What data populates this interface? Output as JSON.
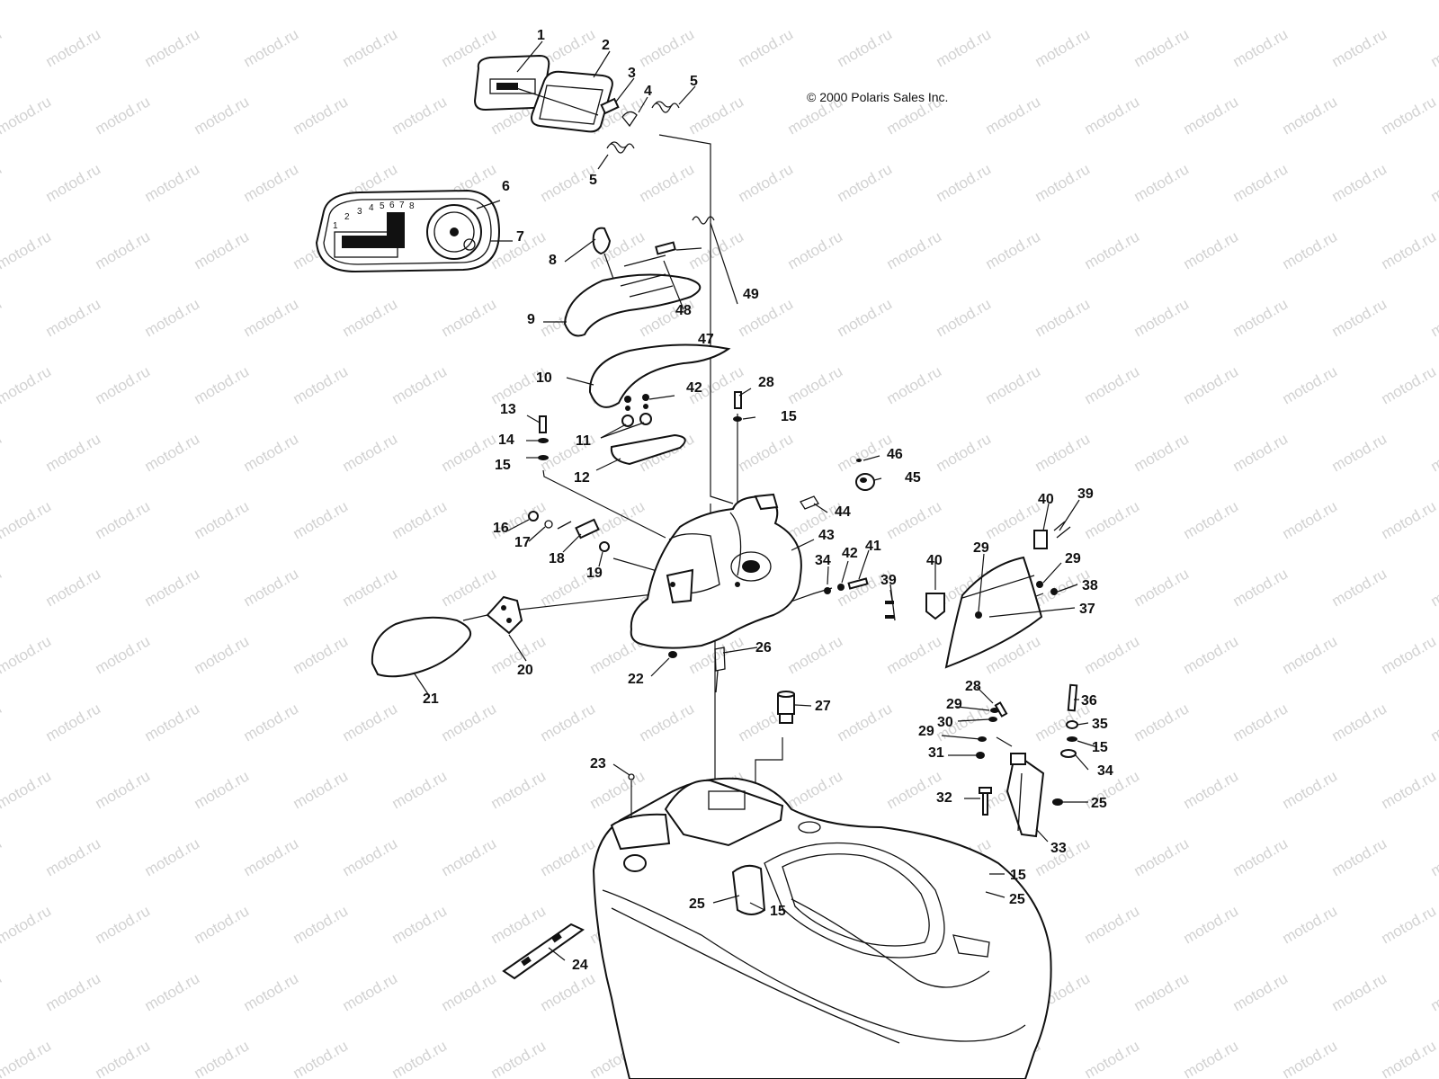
{
  "copyright": "© 2000 Polaris Sales Inc.",
  "watermark": "motod.ru",
  "gauge_ticks": [
    "1",
    "2",
    "3",
    "4",
    "5",
    "6",
    "7",
    "8"
  ],
  "callouts": [
    {
      "id": "c1",
      "text": "1"
    },
    {
      "id": "c2",
      "text": "2"
    },
    {
      "id": "c3",
      "text": "3"
    },
    {
      "id": "c4",
      "text": "4"
    },
    {
      "id": "c5a",
      "text": "5"
    },
    {
      "id": "c5b",
      "text": "5"
    },
    {
      "id": "c6",
      "text": "6"
    },
    {
      "id": "c7",
      "text": "7"
    },
    {
      "id": "c8",
      "text": "8"
    },
    {
      "id": "c9",
      "text": "9"
    },
    {
      "id": "c10",
      "text": "10"
    },
    {
      "id": "c11",
      "text": "11"
    },
    {
      "id": "c12",
      "text": "12"
    },
    {
      "id": "c13",
      "text": "13"
    },
    {
      "id": "c14",
      "text": "14"
    },
    {
      "id": "c15a",
      "text": "15"
    },
    {
      "id": "c15b",
      "text": "15"
    },
    {
      "id": "c16",
      "text": "16"
    },
    {
      "id": "c17",
      "text": "17"
    },
    {
      "id": "c18",
      "text": "18"
    },
    {
      "id": "c19",
      "text": "19"
    },
    {
      "id": "c20",
      "text": "20"
    },
    {
      "id": "c21",
      "text": "21"
    },
    {
      "id": "c22",
      "text": "22"
    },
    {
      "id": "c23",
      "text": "23"
    },
    {
      "id": "c24",
      "text": "24"
    },
    {
      "id": "c25a",
      "text": "25"
    },
    {
      "id": "c25b",
      "text": "25"
    },
    {
      "id": "c25c",
      "text": "25"
    },
    {
      "id": "c15c",
      "text": "15"
    },
    {
      "id": "c15d",
      "text": "15"
    },
    {
      "id": "c15e",
      "text": "15"
    },
    {
      "id": "c26",
      "text": "26"
    },
    {
      "id": "c27",
      "text": "27"
    },
    {
      "id": "c28a",
      "text": "28"
    },
    {
      "id": "c28b",
      "text": "28"
    },
    {
      "id": "c29a",
      "text": "29"
    },
    {
      "id": "c29b",
      "text": "29"
    },
    {
      "id": "c29c",
      "text": "29"
    },
    {
      "id": "c29d",
      "text": "29"
    },
    {
      "id": "c30",
      "text": "30"
    },
    {
      "id": "c31",
      "text": "31"
    },
    {
      "id": "c32",
      "text": "32"
    },
    {
      "id": "c33",
      "text": "33"
    },
    {
      "id": "c34a",
      "text": "34"
    },
    {
      "id": "c34b",
      "text": "34"
    },
    {
      "id": "c35",
      "text": "35"
    },
    {
      "id": "c36",
      "text": "36"
    },
    {
      "id": "c37",
      "text": "37"
    },
    {
      "id": "c38",
      "text": "38"
    },
    {
      "id": "c39a",
      "text": "39"
    },
    {
      "id": "c39b",
      "text": "39"
    },
    {
      "id": "c40a",
      "text": "40"
    },
    {
      "id": "c40b",
      "text": "40"
    },
    {
      "id": "c41",
      "text": "41"
    },
    {
      "id": "c42a",
      "text": "42"
    },
    {
      "id": "c42b",
      "text": "42"
    },
    {
      "id": "c43",
      "text": "43"
    },
    {
      "id": "c44",
      "text": "44"
    },
    {
      "id": "c45",
      "text": "45"
    },
    {
      "id": "c46",
      "text": "46"
    },
    {
      "id": "c47",
      "text": "47"
    },
    {
      "id": "c48",
      "text": "48"
    },
    {
      "id": "c49",
      "text": "49"
    }
  ]
}
